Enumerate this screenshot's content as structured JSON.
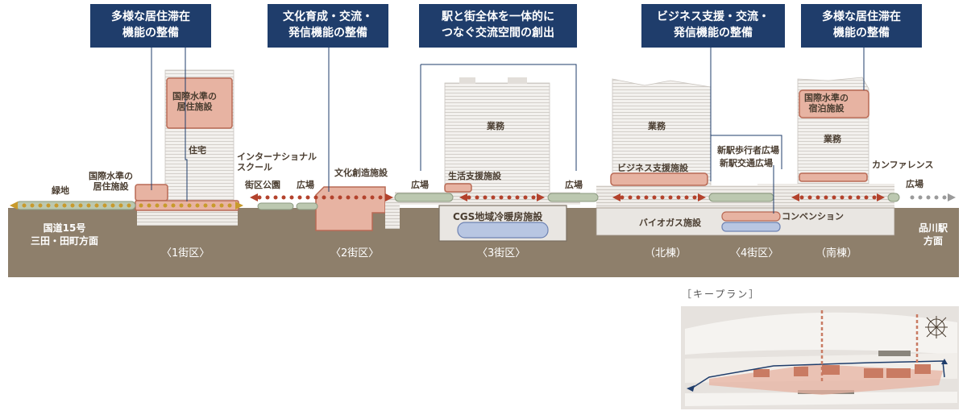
{
  "callouts": [
    {
      "id": "c1",
      "text": "多様な居住滞在\n機能の整備"
    },
    {
      "id": "c2",
      "text": "文化育成・交流・\n発信機能の整備"
    },
    {
      "id": "c3",
      "text": "駅と街全体を一体的に\nつなぐ交流空間の創出"
    },
    {
      "id": "c4",
      "text": "ビジネス支援・交流・\n発信機能の整備"
    },
    {
      "id": "c5",
      "text": "多様な居住滞在\n機能の整備"
    }
  ],
  "labels": {
    "greenery": "緑地",
    "intl_residence": "国際水準の\n居住施設",
    "intl_residence_tower": "国際水準の\n居住施設",
    "housing": "住宅",
    "intl_school": "インターナショナル\nスクール",
    "district_park": "街区公園",
    "plaza_2a": "広場",
    "culture_facility": "文化創造施設",
    "plaza_3a": "広場",
    "life_support": "生活支援施設",
    "office_3": "業務",
    "plaza_3b": "広場",
    "cgs": "CGS地域冷暖房施設",
    "office_north": "業務",
    "business_support": "ビジネス支援施設",
    "pedestrian_plaza": "新駅歩行者広場",
    "transport_plaza": "新駅交通広場",
    "biogas": "バイオガス施設",
    "convention": "コンベンション",
    "intl_hotel": "国際水準の\n宿泊施設",
    "office_south": "業務",
    "conference": "カンファレンス",
    "plaza_south": "広場",
    "route15": "国道15号\n三田・田町方面",
    "shinagawa": "品川駅\n方面"
  },
  "districts": [
    "〈1街区〉",
    "〈2街区〉",
    "〈3街区〉",
    "（北棟）",
    "〈4街区〉",
    "（南棟）"
  ],
  "keyplan_title": "［キープラン］",
  "colors": {
    "callout_bg": "#1f3d6b",
    "ground": "#8e7f6b",
    "facility_fill": "#e7b3a2",
    "facility_stroke": "#b96a55",
    "green_path": "#bcc8b0",
    "blue_facility": "#b8c6e2",
    "arrow_dot": "#b3422c",
    "green_dot": "#c89a2c"
  }
}
